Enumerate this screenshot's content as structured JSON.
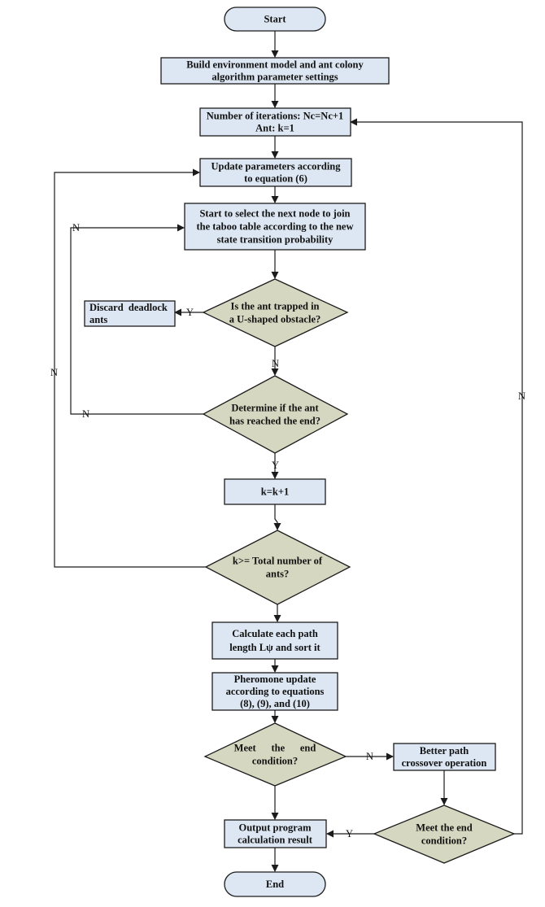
{
  "flowchart": {
    "nodes": {
      "start": {
        "lines": [
          "Start"
        ]
      },
      "build": {
        "lines": [
          "Build environment model and ant colony",
          "algorithm parameter settings"
        ]
      },
      "iter": {
        "lines": [
          "Number of iterations: Nc=Nc+1",
          "Ant: k=1"
        ]
      },
      "update": {
        "lines": [
          "Update parameters according",
          "to equation (6)"
        ]
      },
      "select": {
        "lines": [
          "Start to select the next node to join",
          "the taboo table according to the new",
          "state transition probability"
        ]
      },
      "trapped": {
        "lines": [
          "Is the ant trapped in",
          "a U-shaped obstacle?"
        ]
      },
      "discard": {
        "lines": [
          "Discard  deadlock",
          "ants"
        ]
      },
      "reached": {
        "lines": [
          "Determine if the ant",
          "has reached the end?"
        ]
      },
      "kinc": {
        "lines": [
          "k=k+1"
        ]
      },
      "ktotal": {
        "lines": [
          "k>= Total number of",
          "ants?"
        ]
      },
      "calc": {
        "lines": [
          "Calculate each path",
          "length Lψ and sort it"
        ]
      },
      "phero": {
        "lines": [
          "Pheromone update",
          "according to equations",
          "(8), (9), and (10)"
        ]
      },
      "meet1": {
        "lines": [
          "Meet      the      end",
          "condition?"
        ]
      },
      "better": {
        "lines": [
          "Better path",
          "crossover operation"
        ]
      },
      "meet2": {
        "lines": [
          "Meet the end",
          "condition?"
        ]
      },
      "output": {
        "lines": [
          "Output program",
          "calculation result"
        ]
      },
      "end": {
        "lines": [
          "End"
        ]
      }
    },
    "edge_labels": {
      "trapped_yes": "Y",
      "trapped_no": "N",
      "reached_yes": "Y",
      "reached_no": "N",
      "ktotal_no": "N",
      "meet1_no": "N",
      "meet2_yes": "Y",
      "meet2_no": "N"
    }
  }
}
